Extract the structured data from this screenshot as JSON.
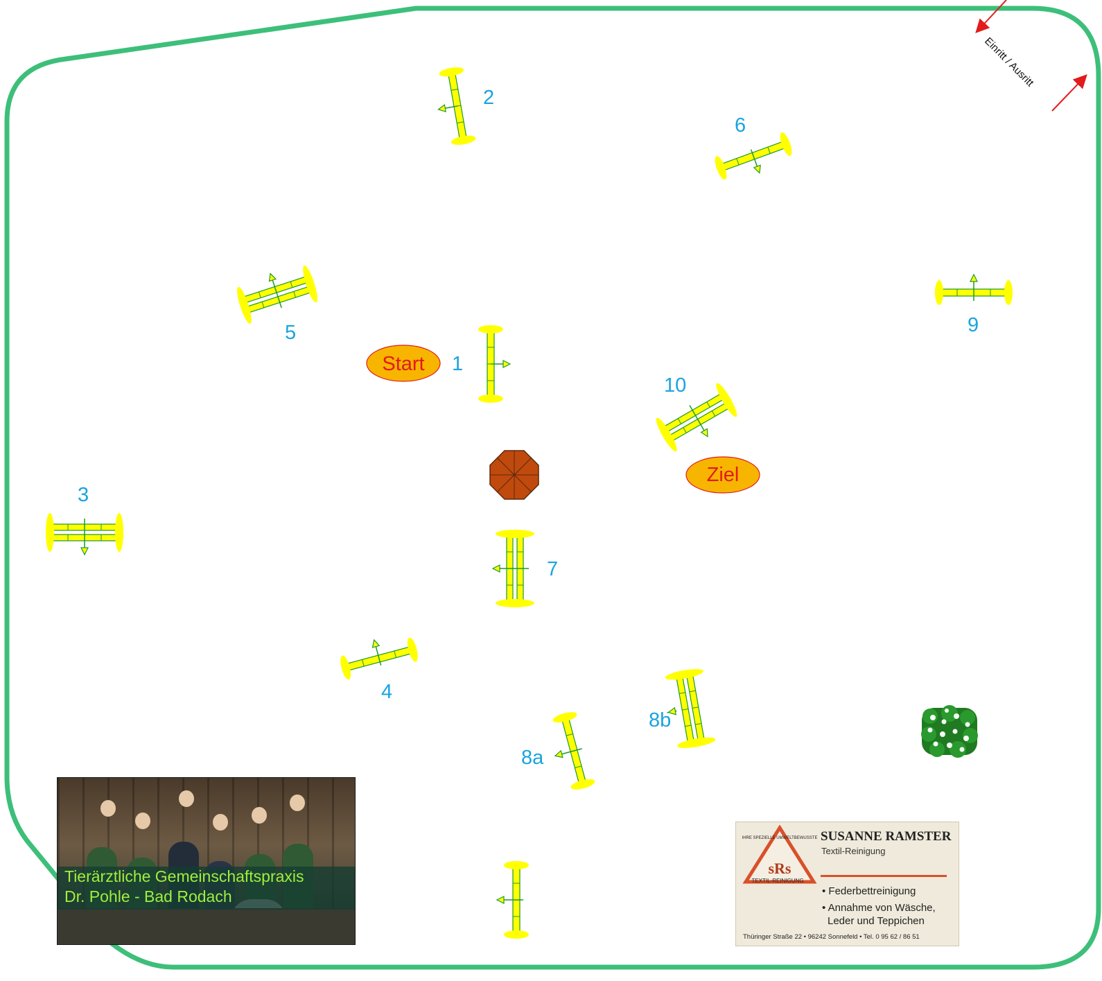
{
  "colors": {
    "arena_border": "#3dbf7a",
    "fence_yellow": "#ffff00",
    "fence_green": "#1c9a2a",
    "label_blue": "#1aa3e0",
    "oval_fill": "#f7b500",
    "oval_text": "#e21b1b",
    "arrow_red": "#e21b1b",
    "octagon": "#c0490d"
  },
  "labels": {
    "start": "Start",
    "finish": "Ziel",
    "entry": "Einritt / Ausritt",
    "jump_1": "1",
    "jump_2": "2",
    "jump_3": "3",
    "jump_4": "4",
    "jump_5": "5",
    "jump_6": "6",
    "jump_7": "7",
    "jump_8a": "8a",
    "jump_8b": "8b",
    "jump_9": "9",
    "jump_10": "10"
  },
  "decorations": {
    "octagon": "octagon-icon",
    "shrub": "shrub-icon"
  },
  "ads": {
    "vet": {
      "line1": "Tierärztliche Gemeinschaftspraxis",
      "line2": "Dr. Pohle - Bad Rodach"
    },
    "srs": {
      "logo": "sRs",
      "logo_ring": "IHRE SPEZIELLE UMWELTBEWUSSTE",
      "logo_base": "TEXTIL-REINIGUNG",
      "name": "SUSANNE RAMSTER",
      "subtitle": "Textil-Reinigung",
      "bullet1": "• Federbettreinigung",
      "bullet2a": "• Annahme von Wäsche,",
      "bullet2b": "Leder und Teppichen",
      "address": "Thüringer Straße 22 • 96242 Sonnefeld • Tel. 0 95 62 / 86 51"
    }
  }
}
